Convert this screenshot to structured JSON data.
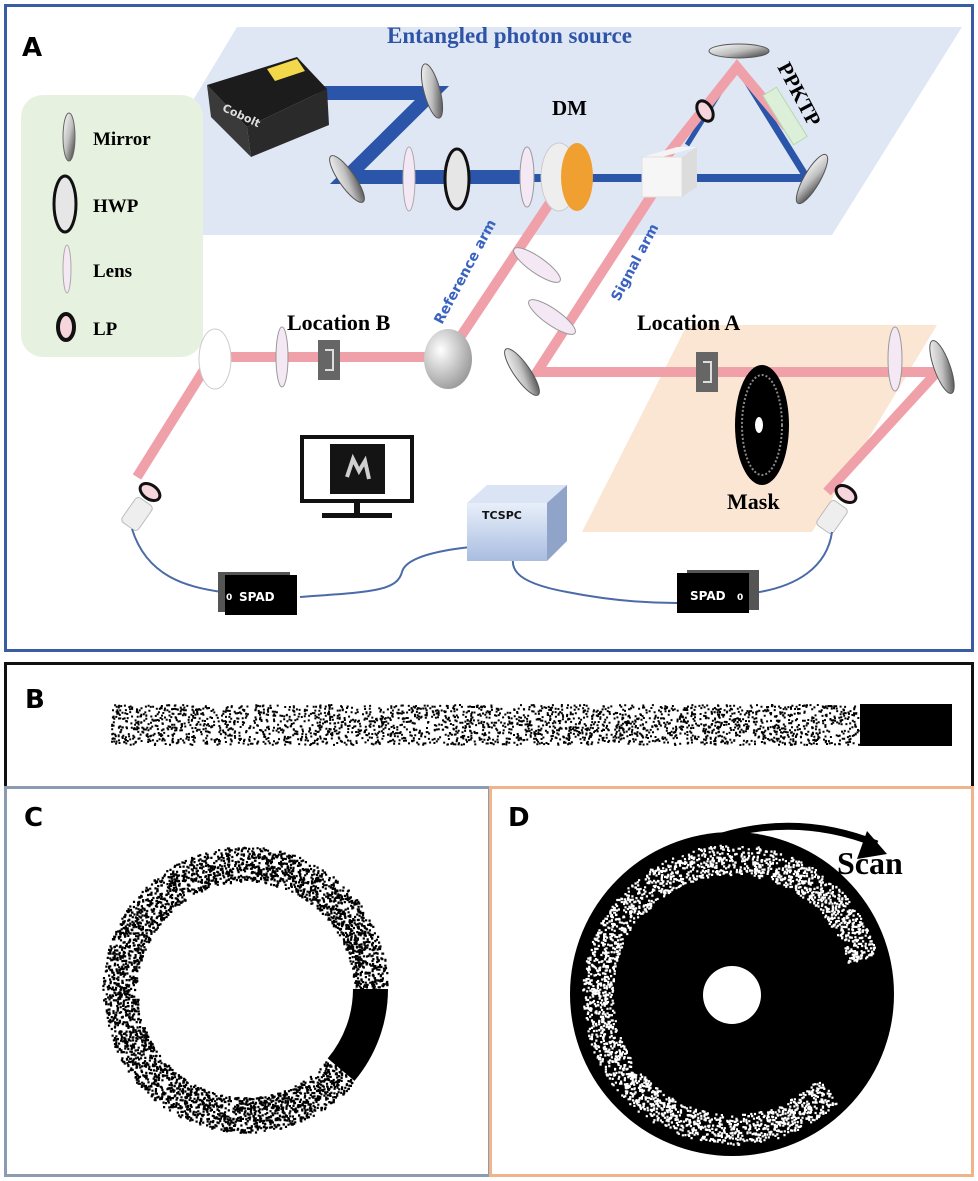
{
  "panels": {
    "a": {
      "letter": "A",
      "source_title": "Entangled photon source",
      "laser_brand": "Cobolt",
      "legend": {
        "items": [
          {
            "icon": "mirror-icon",
            "label": "Mirror"
          },
          {
            "icon": "hwp-icon",
            "label": "HWP"
          },
          {
            "icon": "lens-icon",
            "label": "Lens"
          },
          {
            "icon": "lp-icon",
            "label": "LP"
          }
        ]
      },
      "labels": {
        "dm": "DM",
        "ppktp": "PPKTP",
        "reference_arm": "Reference arm",
        "signal_arm": "Signal arm",
        "location_a": "Location A",
        "location_b": "Location B",
        "mask": "Mask",
        "tcspc": "TCSPC",
        "spad_left": "SPAD",
        "spad_right": "SPAD",
        "spad_port": "0"
      },
      "colors": {
        "pump_beam": "#2a55a8",
        "photon_beam": "#f0a0a8",
        "source_region": "#dde6f4",
        "legend_bg": "#e6f2df",
        "location_a_region": "#fbe6d4",
        "title_color": "#2e54a8"
      }
    },
    "b": {
      "letter": "B"
    },
    "c": {
      "letter": "C"
    },
    "d": {
      "letter": "D",
      "scan_label": "Scan"
    }
  }
}
